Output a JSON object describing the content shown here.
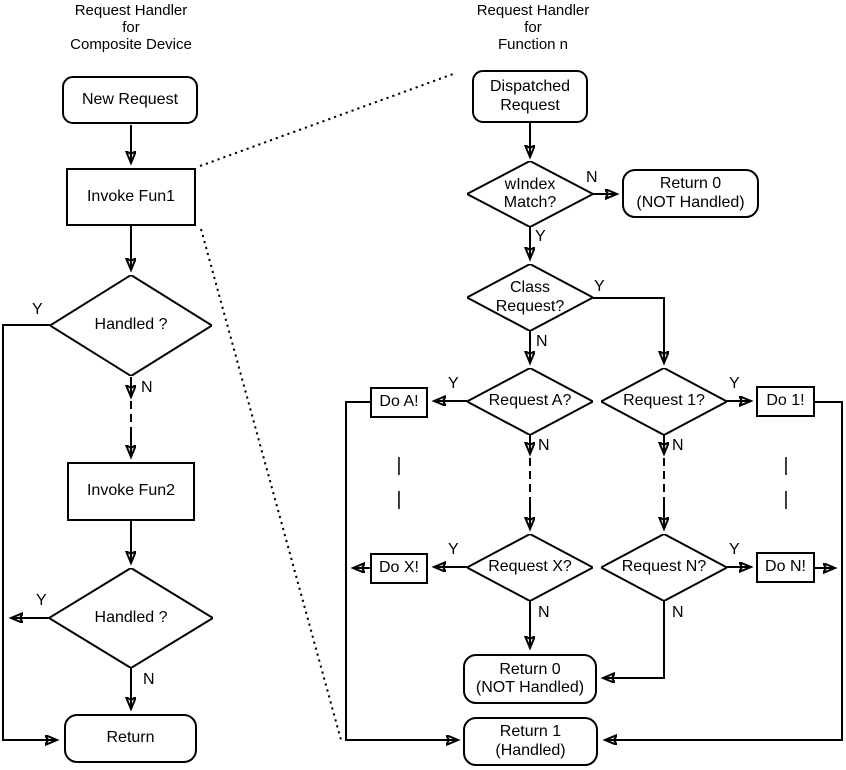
{
  "diagram": {
    "colors": {
      "line": "#000000",
      "text": "#000000",
      "node_fill": "#ffffff",
      "background": "#ffffff"
    },
    "branch_labels": {
      "yes": "Y",
      "no": "N"
    },
    "ellipsis": "|\n|",
    "left_chart": {
      "title": "Request Handler\nfor\nComposite Device",
      "nodes": {
        "new_request": "New Request",
        "invoke_fun1": "Invoke Fun1",
        "handled_1": "Handled ?",
        "invoke_fun2": "Invoke Fun2",
        "handled_2": "Handled ?",
        "return_end": "Return"
      }
    },
    "right_chart": {
      "title": "Request Handler\nfor\nFunction n",
      "nodes": {
        "dispatched_request": "Dispatched\nRequest",
        "windex_match": "wIndex\nMatch?",
        "return_0_top": "Return 0\n(NOT Handled)",
        "class_request": "Class\nRequest?",
        "request_a": "Request A?",
        "request_1": "Request 1?",
        "do_a": "Do A!",
        "do_1": "Do 1!",
        "request_x": "Request X?",
        "request_n": "Request N?",
        "do_x": "Do X!",
        "do_n": "Do N!",
        "return_0_bottom": "Return 0\n(NOT Handled)",
        "return_1": "Return 1\n(Handled)"
      }
    }
  }
}
